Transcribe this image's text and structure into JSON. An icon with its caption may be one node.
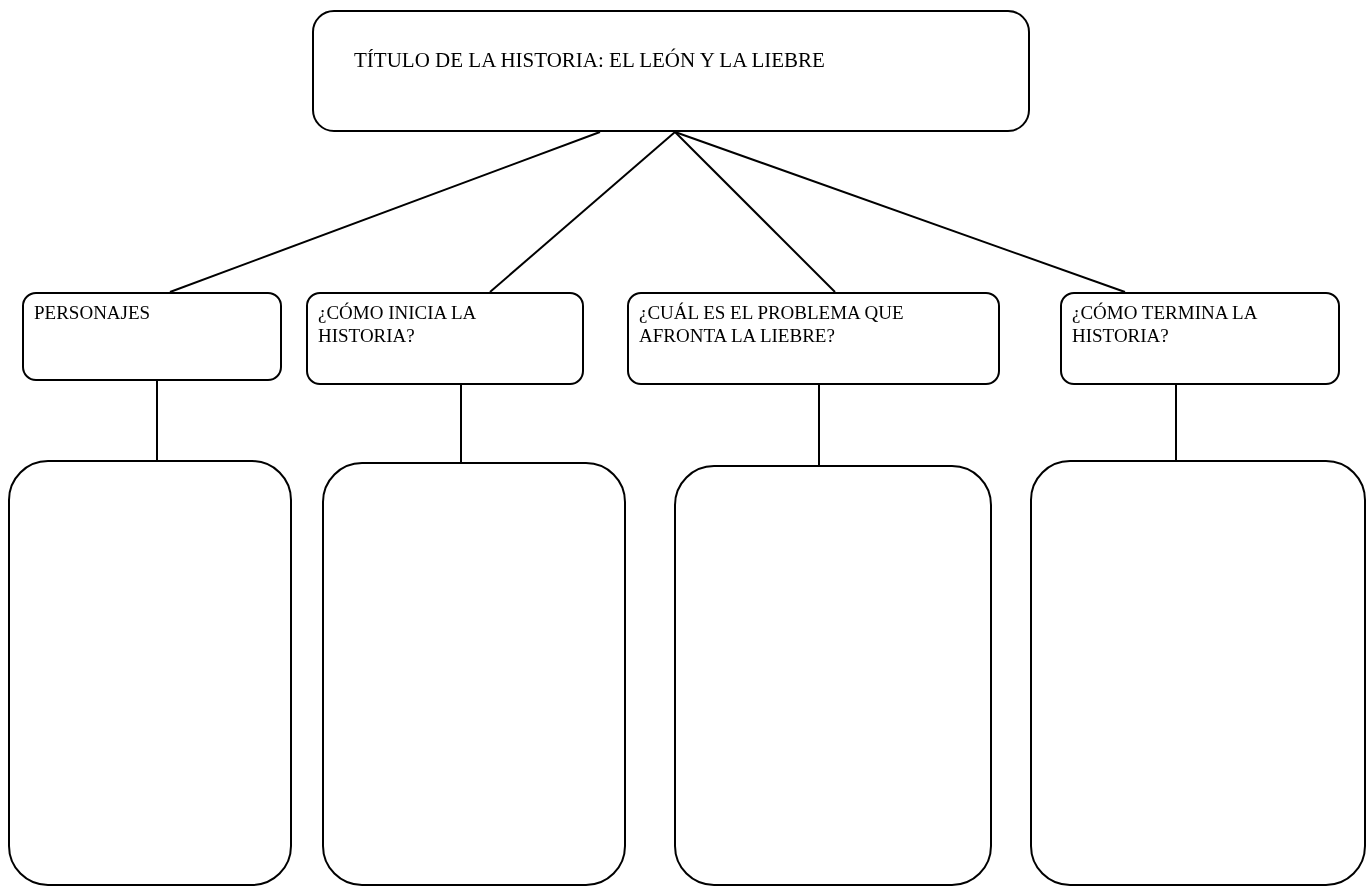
{
  "diagram": {
    "nodes": [
      {
        "text": [
          "TÍTULO  DE LA HISTORIA: EL LEÓN Y LA LIEBRE"
        ]
      },
      {
        "text": [
          "PERSONAJES"
        ]
      },
      {
        "text": [
          "¿CÓMO INICIA LA HISTORIA?"
        ]
      },
      {
        "text": [
          "¿CUÁL ES EL PROBLEMA QUE AFRONTA LA LIEBRE?"
        ]
      },
      {
        "text": [
          "¿CÓMO TERMINA LA HISTORIA?"
        ]
      },
      {
        "text": [],
        "shape": "box"
      },
      {
        "text": [],
        "shape": "box"
      },
      {
        "text": [],
        "shape": "box"
      },
      {
        "text": [],
        "shape": "box"
      }
    ],
    "edges": [
      {
        "from": 0,
        "to": 1,
        "arrow": "none"
      },
      {
        "from": 0,
        "to": 2,
        "arrow": "none"
      },
      {
        "from": 0,
        "to": 3,
        "arrow": "none"
      },
      {
        "from": 0,
        "to": 4,
        "arrow": "none"
      },
      {
        "from": 1,
        "to": 5,
        "arrow": "none"
      },
      {
        "from": 2,
        "to": 6,
        "arrow": "none"
      },
      {
        "from": 3,
        "to": 7,
        "arrow": "none"
      },
      {
        "from": 4,
        "to": 8,
        "arrow": "none"
      }
    ]
  }
}
